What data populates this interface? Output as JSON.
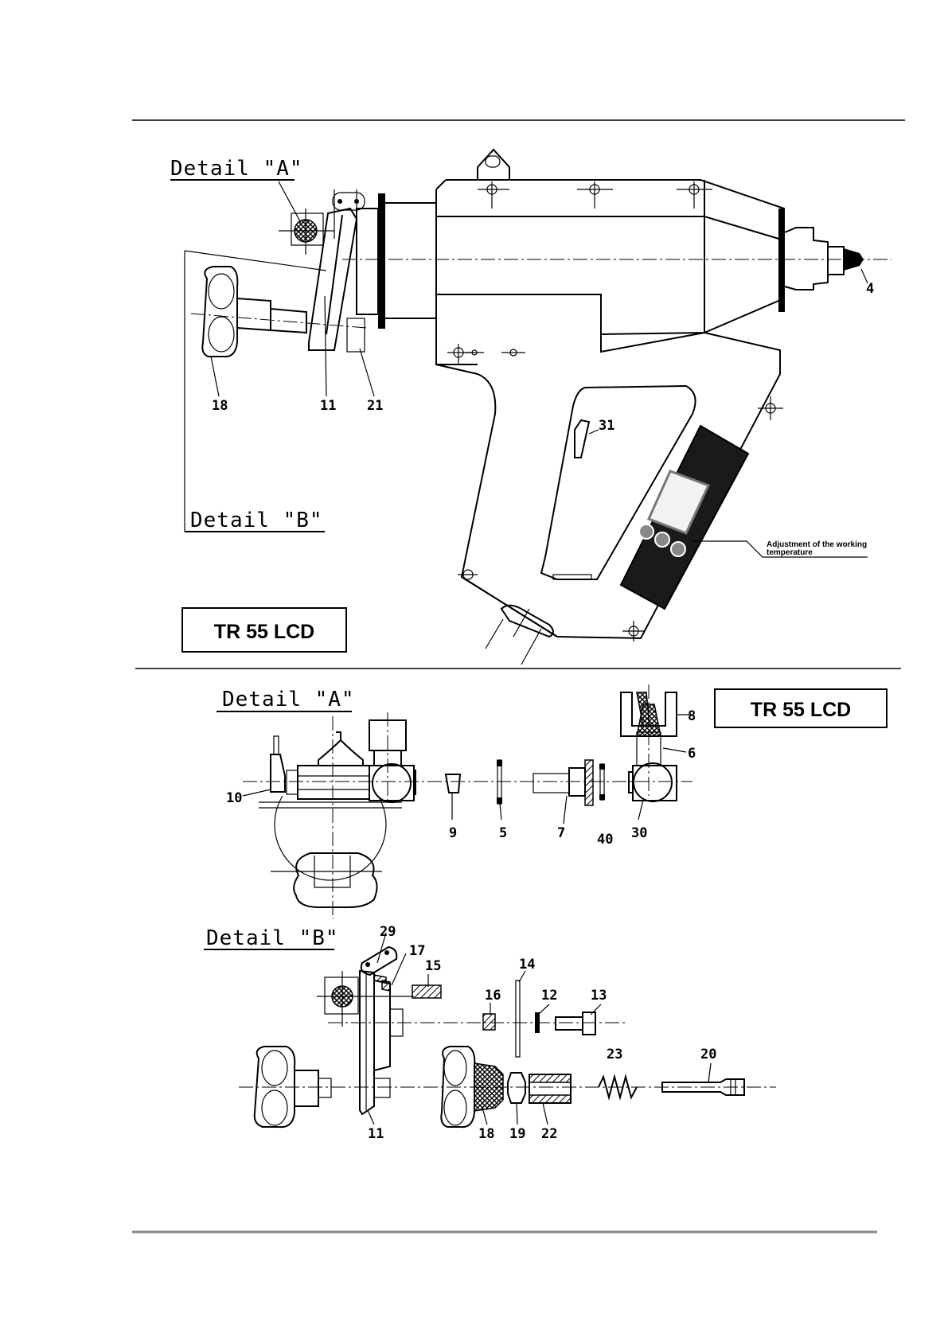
{
  "top_diagram": {
    "detail_a_label": "Detail \"A\"",
    "detail_b_label": "Detail \"B\"",
    "model_box": "TR 55 LCD",
    "annotation": [
      "Adjustment of the working",
      "temperature"
    ],
    "parts": {
      "p4": "4",
      "p18": "18",
      "p11": "11",
      "p21": "21",
      "p31": "31"
    }
  },
  "detail_a": {
    "title": "Detail \"A\"",
    "model_box": "TR 55 LCD",
    "parts": {
      "p8": "8",
      "p6": "6",
      "p10": "10",
      "p9": "9",
      "p5": "5",
      "p7": "7",
      "p40": "40",
      "p30": "30"
    }
  },
  "detail_b": {
    "title": "Detail \"B\"",
    "parts": {
      "p29": "29",
      "p17": "17",
      "p15": "15",
      "p14": "14",
      "p16": "16",
      "p12": "12",
      "p13": "13",
      "p23": "23",
      "p20": "20",
      "p11": "11",
      "p18": "18",
      "p19": "19",
      "p22": "22"
    }
  }
}
